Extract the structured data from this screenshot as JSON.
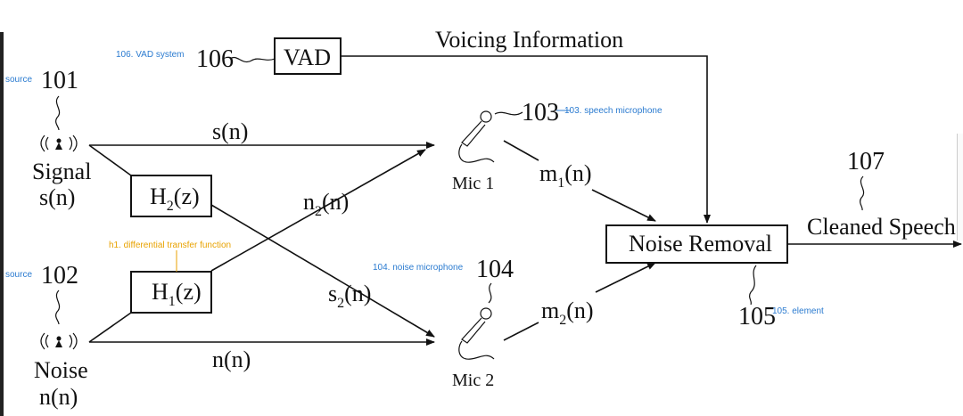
{
  "labels": {
    "vad": "VAD",
    "voicing": "Voicing Information",
    "h2": "H",
    "h2_sub": "2",
    "h2_arg": "(z)",
    "h1": "H",
    "h1_sub": "1",
    "h1_arg": "(z)",
    "signal_l1": "Signal",
    "signal_l2": "s(n)",
    "noise_l1": "Noise",
    "noise_l2": "n(n)",
    "sn": "s(n)",
    "nn": "n(n)",
    "n2": "n",
    "n2_sub": "2",
    "n2_arg": "(n)",
    "s2": "s",
    "s2_sub": "2",
    "s2_arg": "(n)",
    "mic1": "Mic 1",
    "mic2": "Mic 2",
    "m1": "m",
    "m1_sub": "1",
    "m1_arg": "(n)",
    "m2": "m",
    "m2_sub": "2",
    "m2_arg": "(n)",
    "noise_removal": "Noise Removal",
    "cleaned": "Cleaned Speech"
  },
  "refs": {
    "r101": "101",
    "r102": "102",
    "r103": "103",
    "r104": "104",
    "r105": "105",
    "r106": "106",
    "r107": "107"
  },
  "annotations": {
    "a101": "source",
    "a102": "source",
    "a103": "103. speech microphone",
    "a104": "104. noise microphone",
    "a105": "105. element",
    "a106": "106. VAD system",
    "ah1": "h1. differential transfer function"
  },
  "colors": {
    "annotation_blue": "#2b7bd0",
    "annotation_orange": "#e8a200",
    "ink": "#111111"
  }
}
